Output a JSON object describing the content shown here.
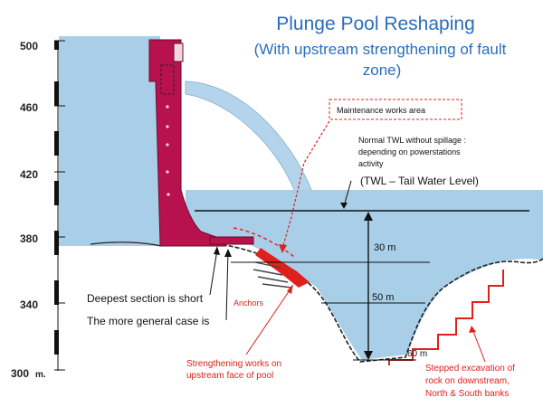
{
  "title": {
    "line1": "Plunge Pool Reshaping",
    "line2": "(With upstream strengthening of fault",
    "line3": "zone)"
  },
  "scale": {
    "labels": [
      "500",
      "460",
      "420",
      "380",
      "340",
      "300"
    ],
    "unit": "m."
  },
  "annotations": {
    "maintenance": "Maintenance   works  area",
    "normal_twl_1": "Normal TWL   without spillage  :",
    "normal_twl_2": "depending    on powerstations",
    "normal_twl_3": "activity",
    "twl_full": "(TWL – Tail Water Level)",
    "depth_30": "30 m",
    "depth_50": "50 m",
    "depth_60": "60 m",
    "deepest_short": "Deepest section is short",
    "general_case": "The more general case is",
    "anchors": "Anchors",
    "strengthening_1": "Strengthening works on",
    "strengthening_2": "upstream face of pool",
    "stepped_1": "Stepped excavation of",
    "stepped_2": "rock on downstream,",
    "stepped_3": "North & South banks"
  },
  "colors": {
    "water": "#a9cfe8",
    "dam": "#b8124e",
    "red": "#e0201c",
    "title": "#2a6ebd"
  }
}
